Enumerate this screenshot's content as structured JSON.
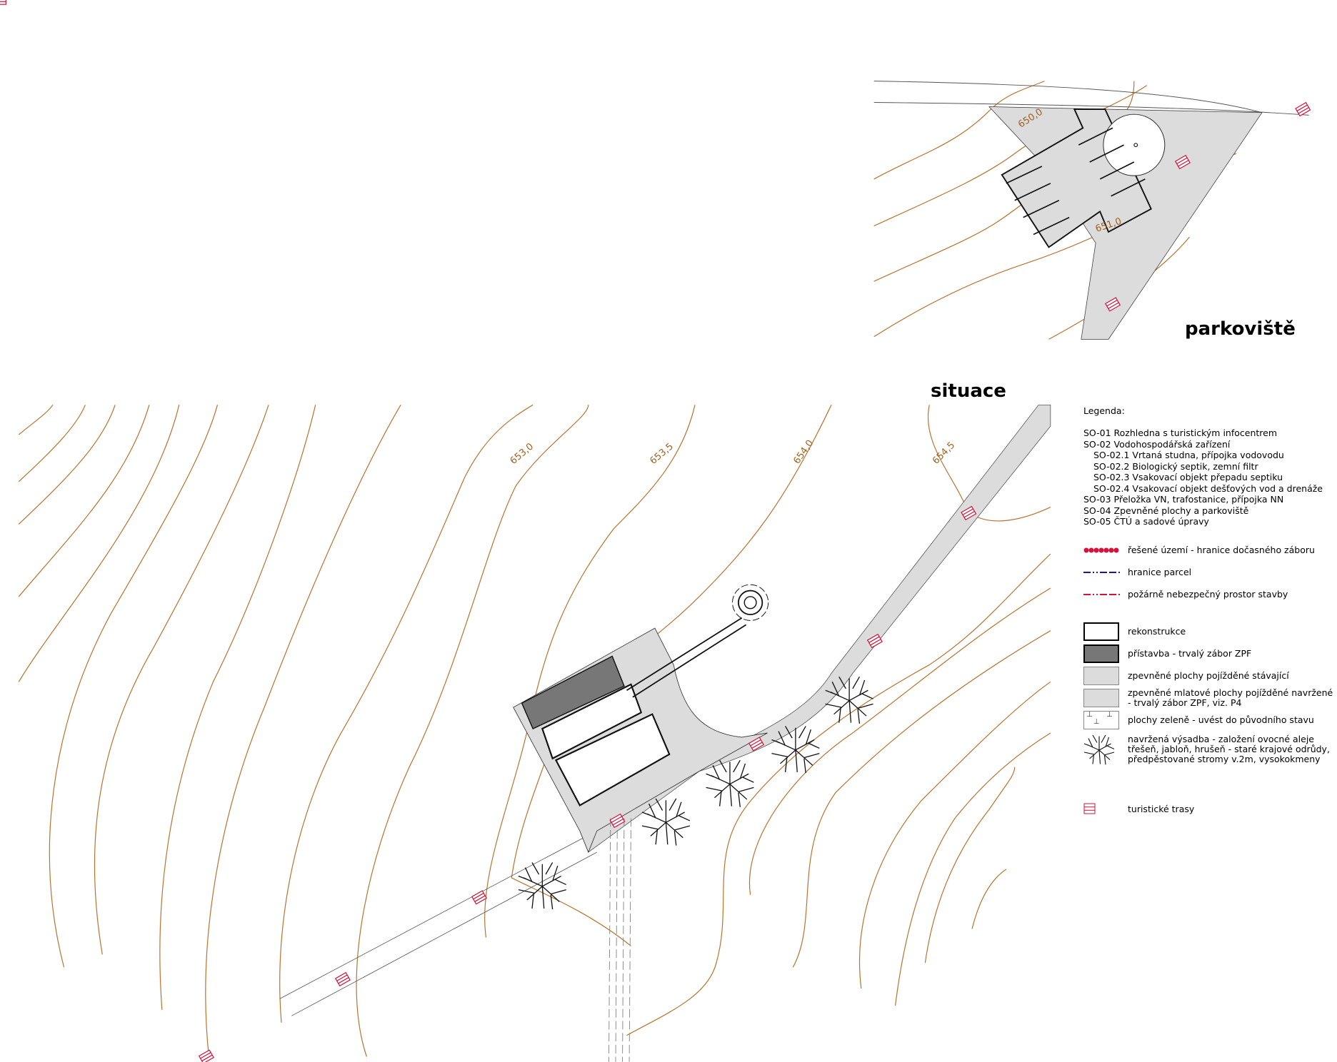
{
  "titles": {
    "parking": "parkoviště",
    "site": "situace"
  },
  "contour_labels": {
    "c650": "650,0",
    "c651": "651,0",
    "c653": "653,0",
    "c653_5": "653,5",
    "c654": "654,0",
    "c654_5": "654,5"
  },
  "legend": {
    "heading": "Legenda:",
    "objects": [
      "SO-01 Rozhledna s turistickým infocentrem",
      "SO-02 Vodohospodářská zařízení",
      "SO-02.1  Vrtaná studna, přípojka vodovodu",
      "SO-02.2  Biologický septik, zemní filtr",
      "SO-02.3  Vsakovací objekt přepadu septiku",
      "SO-02.4  Vsakovací objekt dešťových vod a drenáže",
      "SO-03 Přeložka VN, trafostanice, přípojka NN",
      "SO-04 Zpevněné plochy a parkoviště",
      "SO-05 ČTÚ a sadové úpravy"
    ],
    "lines": [
      {
        "label": "řešené území - hranice dočasného záboru",
        "color": "#d4123a"
      },
      {
        "label": "hranice parcel",
        "color": "#1a1a8c"
      },
      {
        "label": "požárně nebezpečný prostor stavby",
        "color": "#d4123a"
      }
    ],
    "areas": [
      {
        "label": "rekonstrukce",
        "color": "#ffffff"
      },
      {
        "label": "přístavba - trvalý zábor ZPF",
        "color": "#777777"
      },
      {
        "label": "zpevněné plochy pojížděné stávající",
        "color": "#dddddd"
      },
      {
        "label1": "zpevněné mlatové plochy pojížděné navržené",
        "label2": "- trvalý zábor ZPF, viz. P4",
        "color": "#dddddd"
      },
      {
        "label": "plochy zeleně - uvést do původního stavu",
        "color": "#ffffff"
      }
    ],
    "trees": {
      "l1": "navržená výsadba - založení ovocné aleje",
      "l2": "třešeň, jabloň, hrušeň - staré krajové odrůdy,",
      "l3": "předpěstované stromy v.2m, vysokokmeny"
    },
    "trails": {
      "label": "turistické trasy",
      "color": "#d4123a"
    }
  }
}
